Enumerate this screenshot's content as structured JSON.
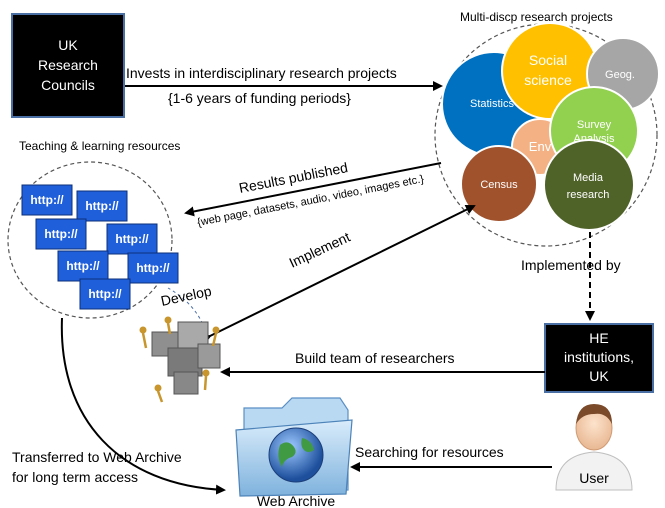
{
  "uk_councils": {
    "line1": "UK",
    "line2": "Research",
    "line3": "Councils"
  },
  "multi_projects": {
    "title": "Multi-discp research projects",
    "bubbles": {
      "social_1": "Social",
      "social_2": "science",
      "geog": "Geog.",
      "statistics": "Statistics",
      "survey_1": "Survey",
      "survey_2": "Analysis",
      "env": "Env",
      "census": "Census",
      "media_1": "Media",
      "media_2": "research"
    }
  },
  "teaching": {
    "title": "Teaching & learning resources",
    "link_label": "http://"
  },
  "he_institutions": {
    "line1": "HE",
    "line2": "institutions,",
    "line3": "UK"
  },
  "user": {
    "label": "User"
  },
  "web_archive": {
    "label": "Web Archive"
  },
  "arrows": {
    "invests_1": "Invests in interdisciplinary research projects",
    "invests_2": "{1-6 years of funding periods}",
    "results_1": "Results published",
    "results_2": "{web page, datasets, audio, video, images etc.}",
    "implement": "Implement",
    "develop": "Develop",
    "implemented_by": "Implemented by",
    "build_team": "Build team of researchers",
    "searching": "Searching for resources",
    "transferred_1": "Transferred to Web Archive",
    "transferred_2": "for long term access"
  },
  "colors": {
    "black_box": "#000000",
    "box_border": "#4a6fa5",
    "statistics": "#0070c0",
    "social": "#ffc000",
    "geog": "#a6a6a6",
    "survey": "#92d050",
    "env": "#f4b183",
    "census": "#a0522d",
    "media": "#4f6228",
    "http_tile": "#1f5fd9"
  }
}
